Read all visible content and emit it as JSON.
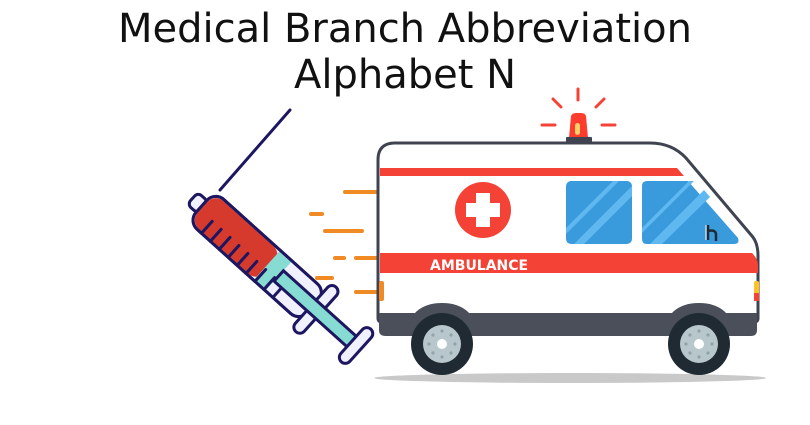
{
  "title": {
    "line1": "Medical Branch Abbreviation",
    "line2": "Alphabet N"
  },
  "ambulance": {
    "label": "AMBULANCE",
    "colors": {
      "body": "#ffffff",
      "stripe": "#f44336",
      "outline": "#3f4450",
      "window": "#3a9bdc",
      "window_glare": "#5fb8f0",
      "cross_circle": "#f44336",
      "siren": "#ff3d2e",
      "speed_lines": "#f08a24",
      "wheel": "#1f2a33",
      "hubcap": "#b8c7cc",
      "shadow": "#c9c9c9"
    }
  },
  "syringe": {
    "colors": {
      "liquid": "#d63a2c",
      "plunger": "#86dcd3",
      "outline": "#1d1660",
      "barrel": "#f0f0ff"
    }
  }
}
